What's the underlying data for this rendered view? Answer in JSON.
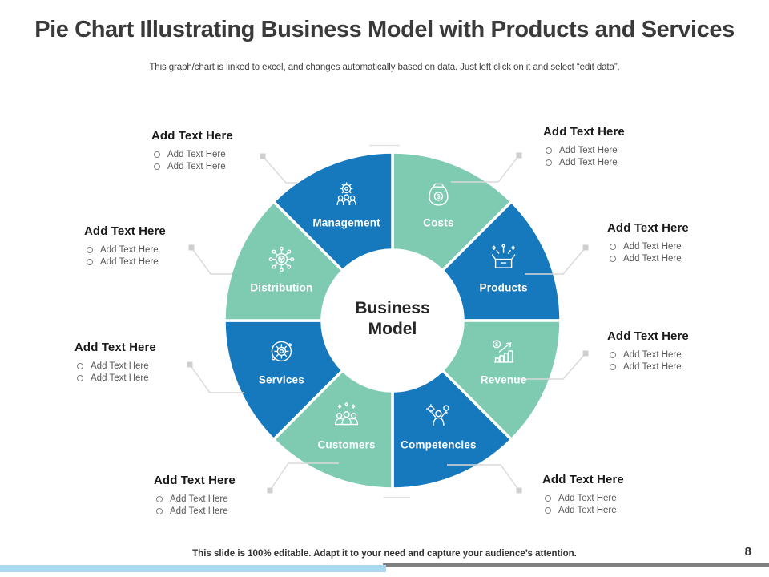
{
  "slide": {
    "title": "Pie Chart Illustrating Business Model with Products and Services",
    "subtitle": "This graph/chart is linked to excel, and changes automatically based on data. Just left click on it and select “edit data”.",
    "footer_note": "This slide is 100% editable. Adapt it to your need and capture your audience’s attention.",
    "page_number": "8"
  },
  "colors": {
    "segment_blue": "#1779BD",
    "segment_teal": "#7ECBB2",
    "center_text": "#262626",
    "callout_heading": "#1A1A1A",
    "callout_bullet_text": "#595959",
    "connector_gray": "#D9D9D9",
    "accent_bar_light_blue": "#ACD9F2",
    "accent_bar_gray": "#7F7F7F"
  },
  "chart_data": {
    "type": "pie",
    "subtype": "donut",
    "title": "Business Model",
    "center_label": "Business Model",
    "legend": "none",
    "labels_position": "inside",
    "grid": "off",
    "categories": [
      "Costs",
      "Products",
      "Revenue",
      "Competencies",
      "Customers",
      "Services",
      "Distribution",
      "Management"
    ],
    "values": [
      12.5,
      12.5,
      12.5,
      12.5,
      12.5,
      12.5,
      12.5,
      12.5
    ],
    "segments": [
      {
        "label": "Costs",
        "value": 12.5,
        "color": "#7ECBB2",
        "icon": "money-bag-icon"
      },
      {
        "label": "Products",
        "value": 12.5,
        "color": "#1779BD",
        "icon": "product-launch-box-icon"
      },
      {
        "label": "Revenue",
        "value": 12.5,
        "color": "#7ECBB2",
        "icon": "revenue-growth-icon"
      },
      {
        "label": "Competencies",
        "value": 12.5,
        "color": "#1779BD",
        "icon": "competency-person-icon"
      },
      {
        "label": "Customers",
        "value": 12.5,
        "color": "#7ECBB2",
        "icon": "customers-group-icon"
      },
      {
        "label": "Services",
        "value": 12.5,
        "color": "#1779BD",
        "icon": "services-gear-icon"
      },
      {
        "label": "Distribution",
        "value": 12.5,
        "color": "#7ECBB2",
        "icon": "distribution-network-icon"
      },
      {
        "label": "Management",
        "value": 12.5,
        "color": "#1779BD",
        "icon": "management-team-icon"
      }
    ]
  },
  "callouts": [
    {
      "for": "Management",
      "heading": "Add Text Here",
      "bullets": [
        "Add Text Here",
        "Add Text Here"
      ]
    },
    {
      "for": "Costs",
      "heading": "Add Text Here",
      "bullets": [
        "Add Text Here",
        "Add Text Here"
      ]
    },
    {
      "for": "Products",
      "heading": "Add Text Here",
      "bullets": [
        "Add Text Here",
        "Add Text Here"
      ]
    },
    {
      "for": "Revenue",
      "heading": "Add Text Here",
      "bullets": [
        "Add Text Here",
        "Add Text Here"
      ]
    },
    {
      "for": "Competencies",
      "heading": "Add Text Here",
      "bullets": [
        "Add Text Here",
        "Add Text Here"
      ]
    },
    {
      "for": "Customers",
      "heading": "Add Text Here",
      "bullets": [
        "Add Text Here",
        "Add Text Here"
      ]
    },
    {
      "for": "Services",
      "heading": "Add Text Here",
      "bullets": [
        "Add Text Here",
        "Add Text Here"
      ]
    },
    {
      "for": "Distribution",
      "heading": "Add Text Here",
      "bullets": [
        "Add Text Here",
        "Add Text Here"
      ]
    }
  ]
}
